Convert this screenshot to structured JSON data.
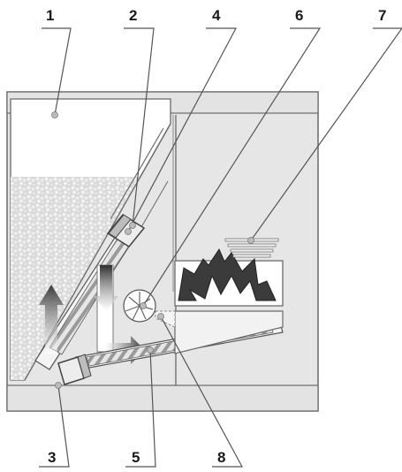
{
  "diagram": {
    "callouts": [
      {
        "label": "1"
      },
      {
        "label": "2"
      },
      {
        "label": "4"
      },
      {
        "label": "6"
      },
      {
        "label": "7"
      },
      {
        "label": "3"
      },
      {
        "label": "5"
      },
      {
        "label": "8"
      }
    ]
  }
}
